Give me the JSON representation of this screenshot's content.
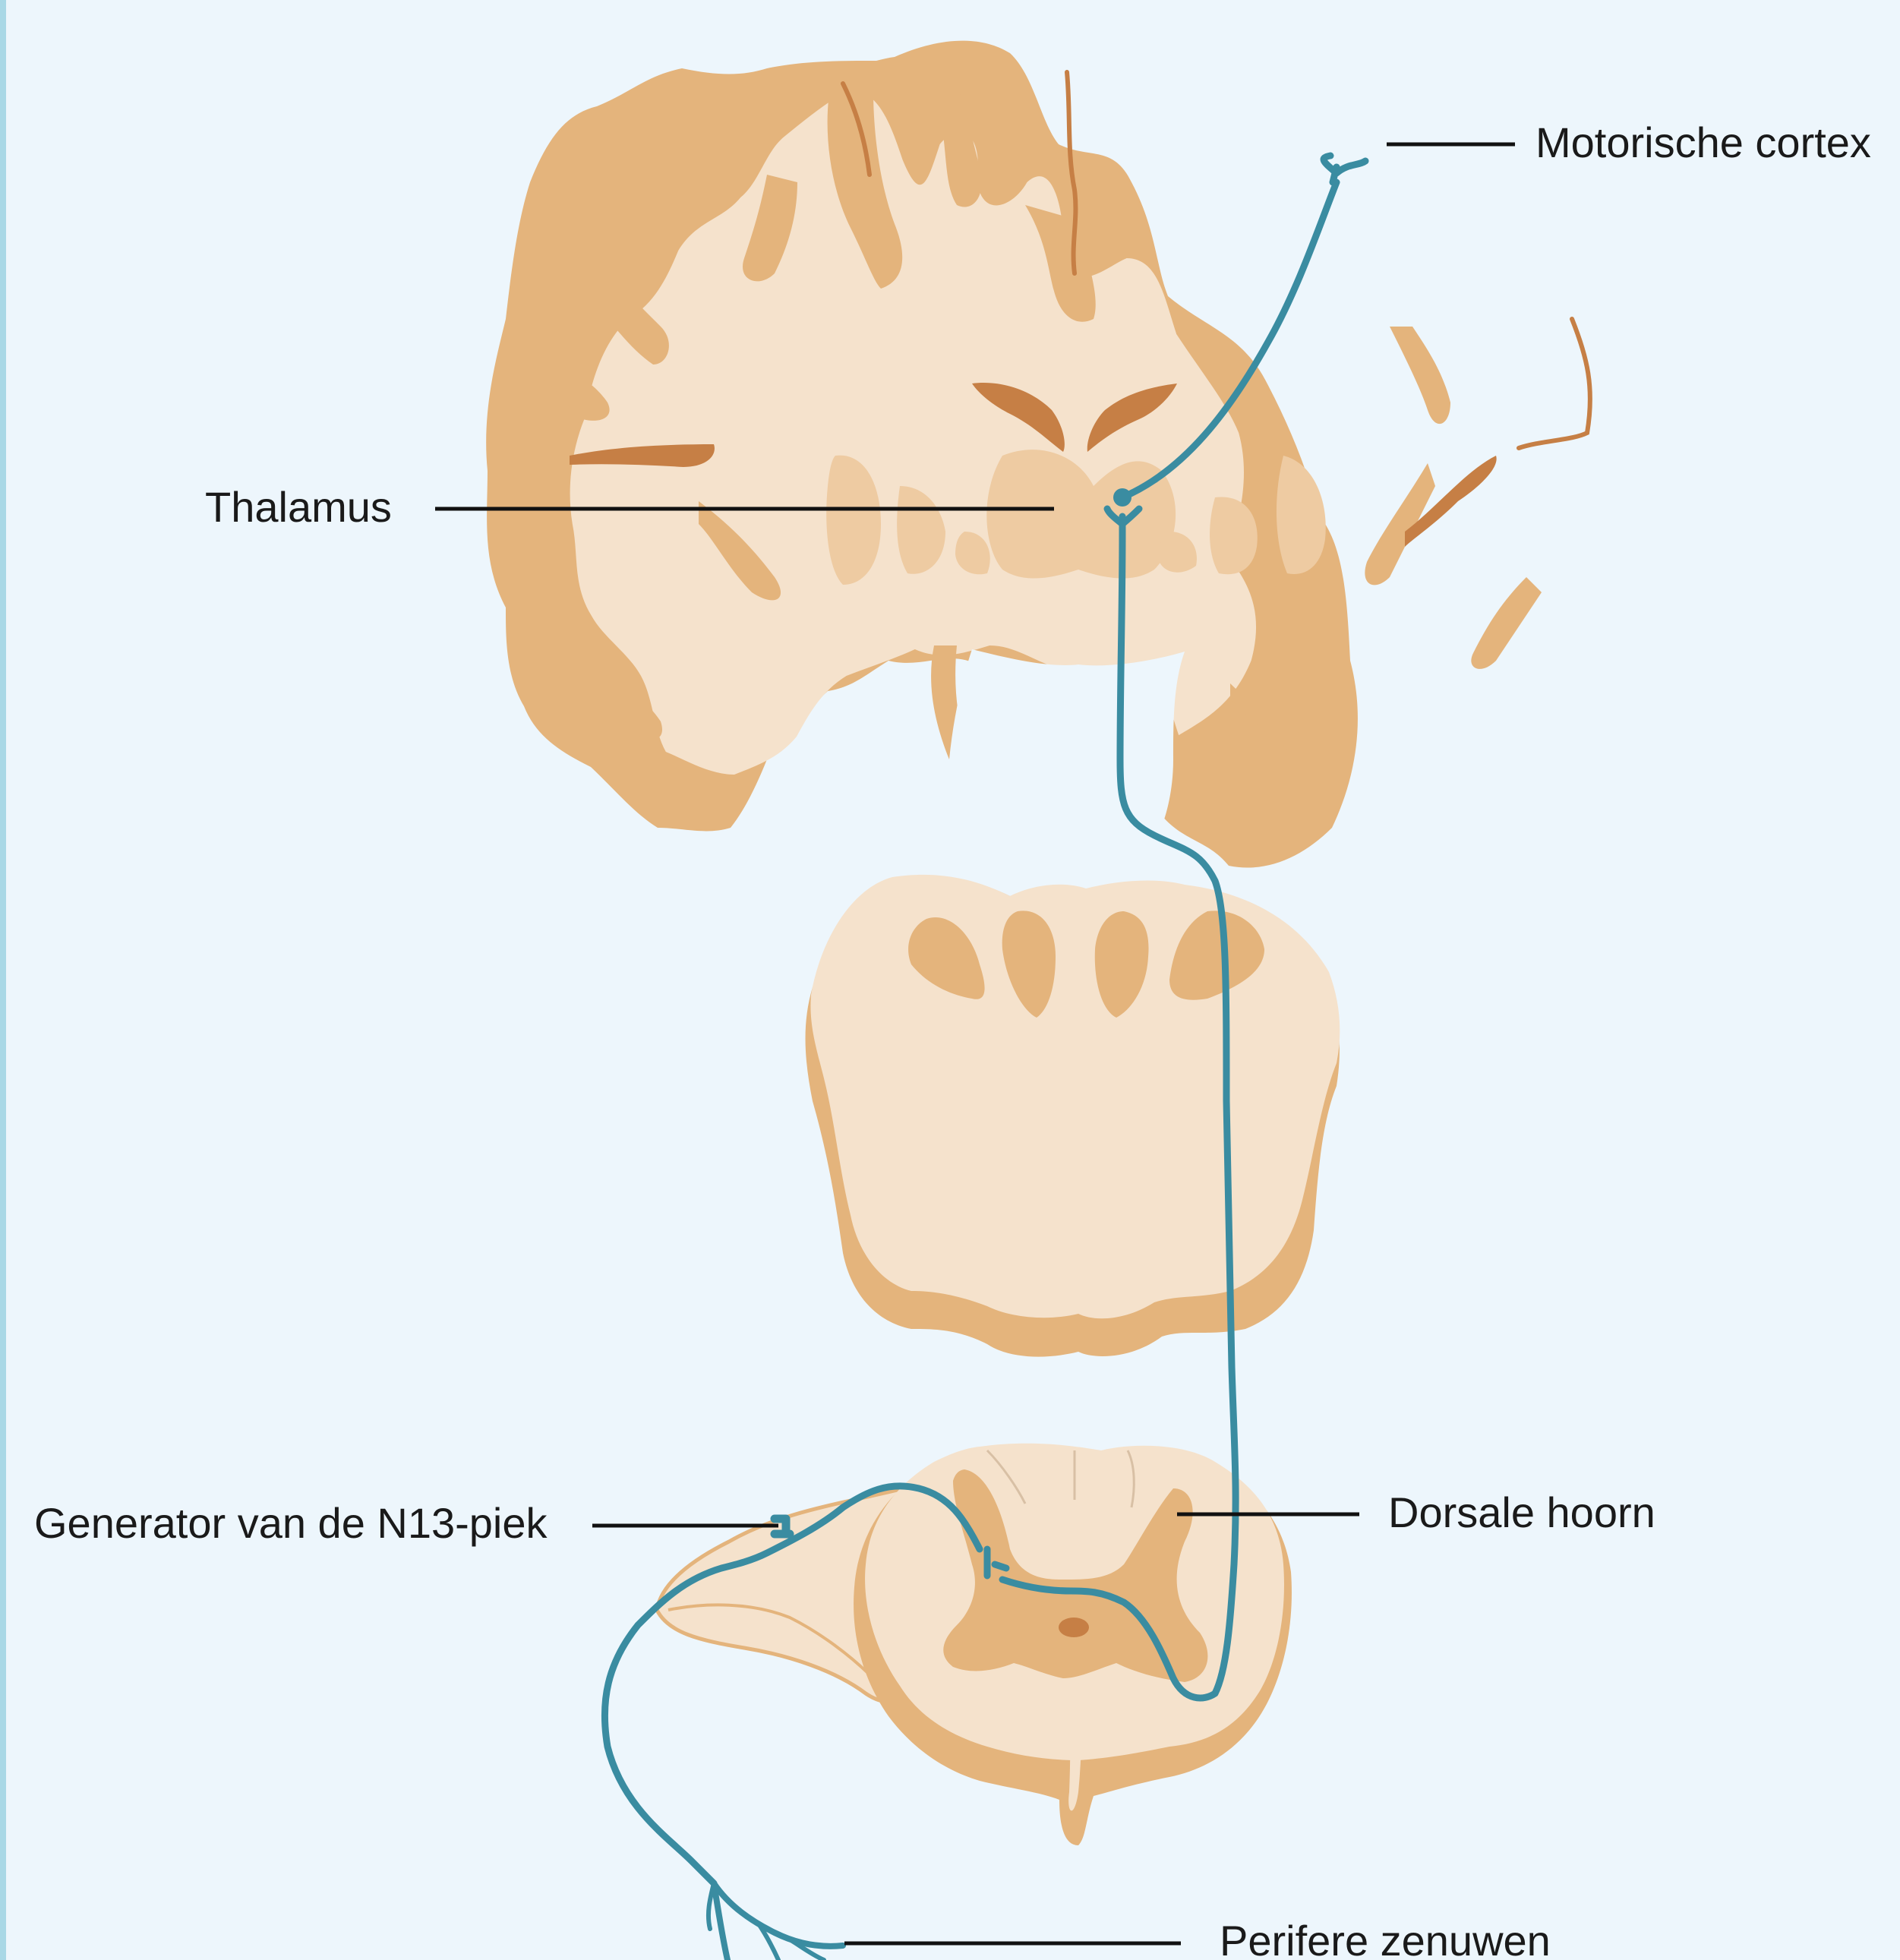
{
  "labels": {
    "motor_cortex": "Motorische cortex",
    "thalamus": "Thalamus",
    "n13_generator": "Generator van de N13-piek",
    "dorsal_horn": "Dorsale hoorn",
    "peripheral_nerves": "Perifere zenuwen"
  },
  "colors": {
    "background": "#edf6fc",
    "grey_matter": "#e4b47c",
    "white_matter": "#f5e2cc",
    "nucleus": "#eecba2",
    "ventricle": "#c67f45",
    "pathway": "#3a8ca1",
    "leader_line": "#111111",
    "frame": "#a9d8e6"
  }
}
